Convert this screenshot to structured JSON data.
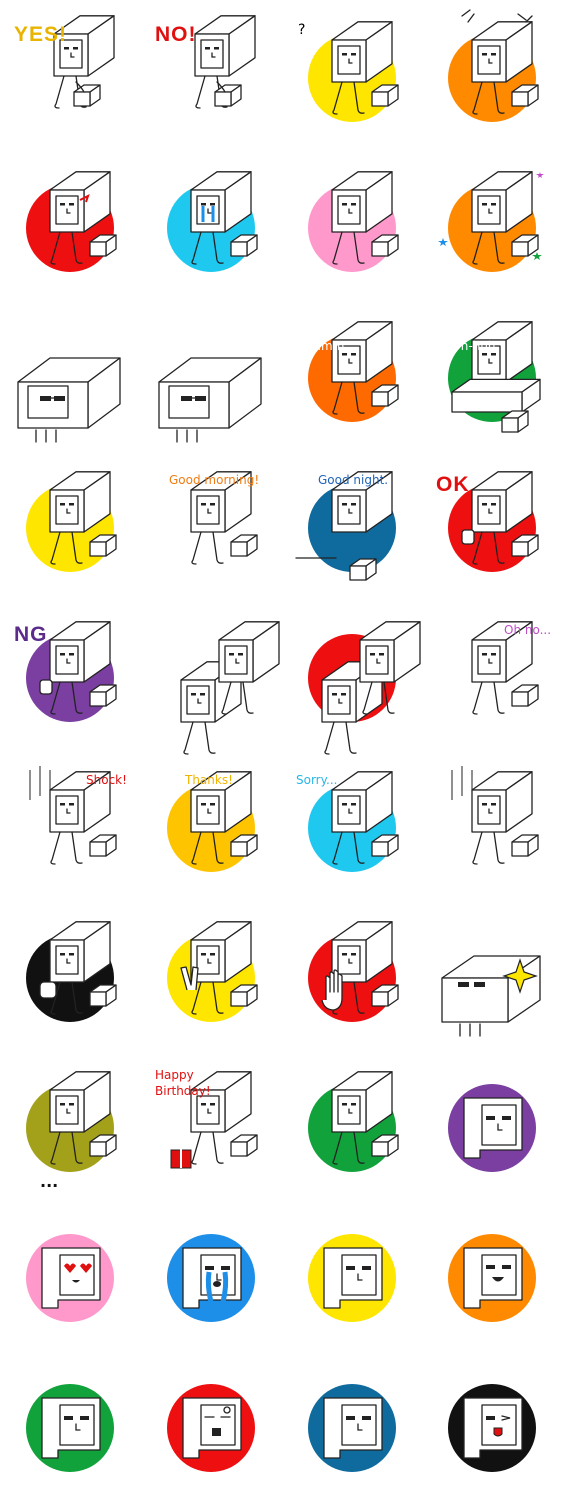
{
  "palette": {
    "yellow": "#ffe600",
    "orange": "#ff8a00",
    "deep_orange": "#ff6a00",
    "red": "#ee0f10",
    "sky": "#1fc8ef",
    "pink": "#ff99cc",
    "green": "#11a23c",
    "navy": "#0f6b9e",
    "purple": "#7a3fa0",
    "black": "#111111",
    "gold": "#ffc400",
    "olive": "#a3a11a",
    "blue": "#1d8fe8"
  },
  "stickers": [
    {
      "bg": "none",
      "pose": "stand",
      "caption": "YES!",
      "caption_color": "#e8b400",
      "caption_style": "big",
      "cap_pos": "tl",
      "icon": "yes-sticker"
    },
    {
      "bg": "none",
      "pose": "stand",
      "caption": "NO!",
      "caption_color": "#e01010",
      "caption_style": "big",
      "cap_pos": "tl",
      "icon": "no-sticker"
    },
    {
      "bg": "yellow",
      "pose": "fall",
      "caption": "",
      "caption_color": "",
      "caption_style": "",
      "cap_pos": "",
      "icon": "question-sticker"
    },
    {
      "bg": "orange",
      "pose": "lift",
      "caption": "",
      "caption_color": "",
      "caption_style": "",
      "cap_pos": "",
      "icon": "strain-sticker"
    },
    {
      "bg": "red",
      "pose": "angry",
      "caption": "",
      "caption_color": "",
      "caption_style": "",
      "cap_pos": "",
      "icon": "angry-sticker"
    },
    {
      "bg": "sky",
      "pose": "cry",
      "caption": "",
      "caption_color": "",
      "caption_style": "",
      "cap_pos": "",
      "icon": "cry-sticker"
    },
    {
      "bg": "pink",
      "pose": "shy",
      "caption": "",
      "caption_color": "",
      "caption_style": "",
      "cap_pos": "",
      "icon": "shy-sticker"
    },
    {
      "bg": "orange",
      "pose": "jump",
      "caption": "",
      "caption_color": "",
      "caption_style": "",
      "cap_pos": "",
      "icon": "happy-sticker"
    },
    {
      "bg": "none",
      "pose": "big",
      "caption": "",
      "caption_color": "",
      "caption_style": "",
      "cap_pos": "",
      "icon": "sunglasses-sticker"
    },
    {
      "bg": "none",
      "pose": "big",
      "caption": "",
      "caption_color": "",
      "caption_style": "",
      "cap_pos": "",
      "icon": "cool-sticker"
    },
    {
      "bg": "deep_orange",
      "pose": "think",
      "caption": "Hmm..",
      "caption_color": "#ffffff",
      "caption_style": "small",
      "cap_pos": "in",
      "icon": "hmm-sticker"
    },
    {
      "bg": "green",
      "pose": "lie",
      "caption": "Uh-huh.",
      "caption_color": "#ffffff",
      "caption_style": "small",
      "cap_pos": "in",
      "icon": "uhhuh-sticker"
    },
    {
      "bg": "yellow",
      "pose": "sit",
      "caption": "",
      "caption_color": "",
      "caption_style": "",
      "cap_pos": "",
      "icon": "sleepy-sticker"
    },
    {
      "bg": "none",
      "pose": "wake",
      "caption": "Good morning!",
      "caption_color": "#f07c12",
      "caption_style": "small",
      "cap_pos": "tl",
      "icon": "good-morning-sticker"
    },
    {
      "bg": "navy",
      "pose": "sleep",
      "caption": "Good night.",
      "caption_color": "#1f63b8",
      "caption_style": "small",
      "cap_pos": "tl",
      "icon": "good-night-sticker"
    },
    {
      "bg": "red",
      "pose": "thumb",
      "caption": "OK",
      "caption_color": "#e01010",
      "caption_style": "big",
      "cap_pos": "tl",
      "icon": "ok-sticker"
    },
    {
      "bg": "purple",
      "pose": "down",
      "caption": "NG",
      "caption_color": "#5b2b8c",
      "caption_style": "big",
      "cap_pos": "tl",
      "icon": "ng-sticker"
    },
    {
      "bg": "none",
      "pose": "two",
      "caption": "",
      "caption_color": "",
      "caption_style": "",
      "cap_pos": "",
      "icon": "hello-sticker"
    },
    {
      "bg": "red",
      "pose": "two",
      "caption": "",
      "caption_color": "",
      "caption_style": "",
      "cap_pos": "",
      "icon": "surprise-sticker"
    },
    {
      "bg": "none",
      "pose": "trip",
      "caption": "Oh no...",
      "caption_color": "#c04dc8",
      "caption_style": "small",
      "cap_pos": "tr",
      "icon": "oh-no-sticker"
    },
    {
      "bg": "none",
      "pose": "shock",
      "caption": "Shock!",
      "caption_color": "#e01010",
      "caption_style": "small",
      "cap_pos": "tr",
      "icon": "shock-sticker"
    },
    {
      "bg": "gold",
      "pose": "bow",
      "caption": "Thanks!",
      "caption_color": "#f0b400",
      "caption_style": "small",
      "cap_pos": "tc",
      "icon": "thanks-sticker"
    },
    {
      "bg": "sky",
      "pose": "sorry",
      "caption": "Sorry...",
      "caption_color": "#29b6e8",
      "caption_style": "small",
      "cap_pos": "tl",
      "icon": "sorry-sticker"
    },
    {
      "bg": "none",
      "pose": "gloom",
      "caption": "",
      "caption_color": "",
      "caption_style": "",
      "cap_pos": "",
      "icon": "gloomy-sticker"
    },
    {
      "bg": "black",
      "pose": "fist",
      "caption": "",
      "caption_color": "",
      "caption_style": "",
      "cap_pos": "",
      "icon": "fist-sticker"
    },
    {
      "bg": "yellow",
      "pose": "peace",
      "caption": "",
      "caption_color": "",
      "caption_style": "",
      "cap_pos": "",
      "icon": "peace-sticker"
    },
    {
      "bg": "red",
      "pose": "palm",
      "caption": "",
      "caption_color": "",
      "caption_style": "",
      "cap_pos": "",
      "icon": "stop-sticker"
    },
    {
      "bg": "none",
      "pose": "sparkle",
      "caption": "",
      "caption_color": "",
      "caption_style": "",
      "cap_pos": "",
      "icon": "sparkle-sticker"
    },
    {
      "bg": "olive",
      "pose": "sit",
      "caption": "...",
      "caption_color": "#111111",
      "caption_style": "small",
      "cap_pos": "in",
      "icon": "silence-sticker"
    },
    {
      "bg": "none",
      "pose": "gift",
      "caption": "Happy\nBirthday!",
      "caption_color": "#e01010",
      "caption_style": "small",
      "cap_pos": "tl",
      "icon": "birthday-sticker"
    },
    {
      "bg": "green",
      "pose": "hug",
      "caption": "",
      "caption_color": "",
      "caption_style": "",
      "cap_pos": "",
      "icon": "hug-sticker"
    },
    {
      "bg": "purple",
      "pose": "face",
      "face": "neutral",
      "caption": "",
      "caption_color": "",
      "caption_style": "",
      "cap_pos": "",
      "icon": "face-neutral-sticker"
    },
    {
      "bg": "pink",
      "pose": "face",
      "face": "love",
      "caption": "",
      "caption_color": "",
      "caption_style": "",
      "cap_pos": "",
      "icon": "face-love-sticker"
    },
    {
      "bg": "blue",
      "pose": "face",
      "face": "cry",
      "caption": "",
      "caption_color": "",
      "caption_style": "",
      "cap_pos": "",
      "icon": "face-cry-sticker"
    },
    {
      "bg": "yellow",
      "pose": "face",
      "face": "neutral",
      "caption": "",
      "caption_color": "",
      "caption_style": "",
      "cap_pos": "",
      "icon": "face-yellow-sticker"
    },
    {
      "bg": "orange",
      "pose": "face",
      "face": "smile",
      "caption": "",
      "caption_color": "",
      "caption_style": "",
      "cap_pos": "",
      "icon": "face-smile-sticker"
    },
    {
      "bg": "green",
      "pose": "face",
      "face": "neutral",
      "caption": "",
      "caption_color": "",
      "caption_style": "",
      "cap_pos": "",
      "icon": "face-green-sticker"
    },
    {
      "bg": "red",
      "pose": "face",
      "face": "shock",
      "caption": "",
      "caption_color": "",
      "caption_style": "",
      "cap_pos": "",
      "icon": "face-shock-sticker"
    },
    {
      "bg": "navy",
      "pose": "face",
      "face": "neutral",
      "caption": "",
      "caption_color": "",
      "caption_style": "",
      "cap_pos": "",
      "icon": "face-navy-sticker"
    },
    {
      "bg": "black",
      "pose": "face",
      "face": "wink",
      "caption": "",
      "caption_color": "",
      "caption_style": "",
      "cap_pos": "",
      "icon": "face-wink-sticker"
    }
  ]
}
